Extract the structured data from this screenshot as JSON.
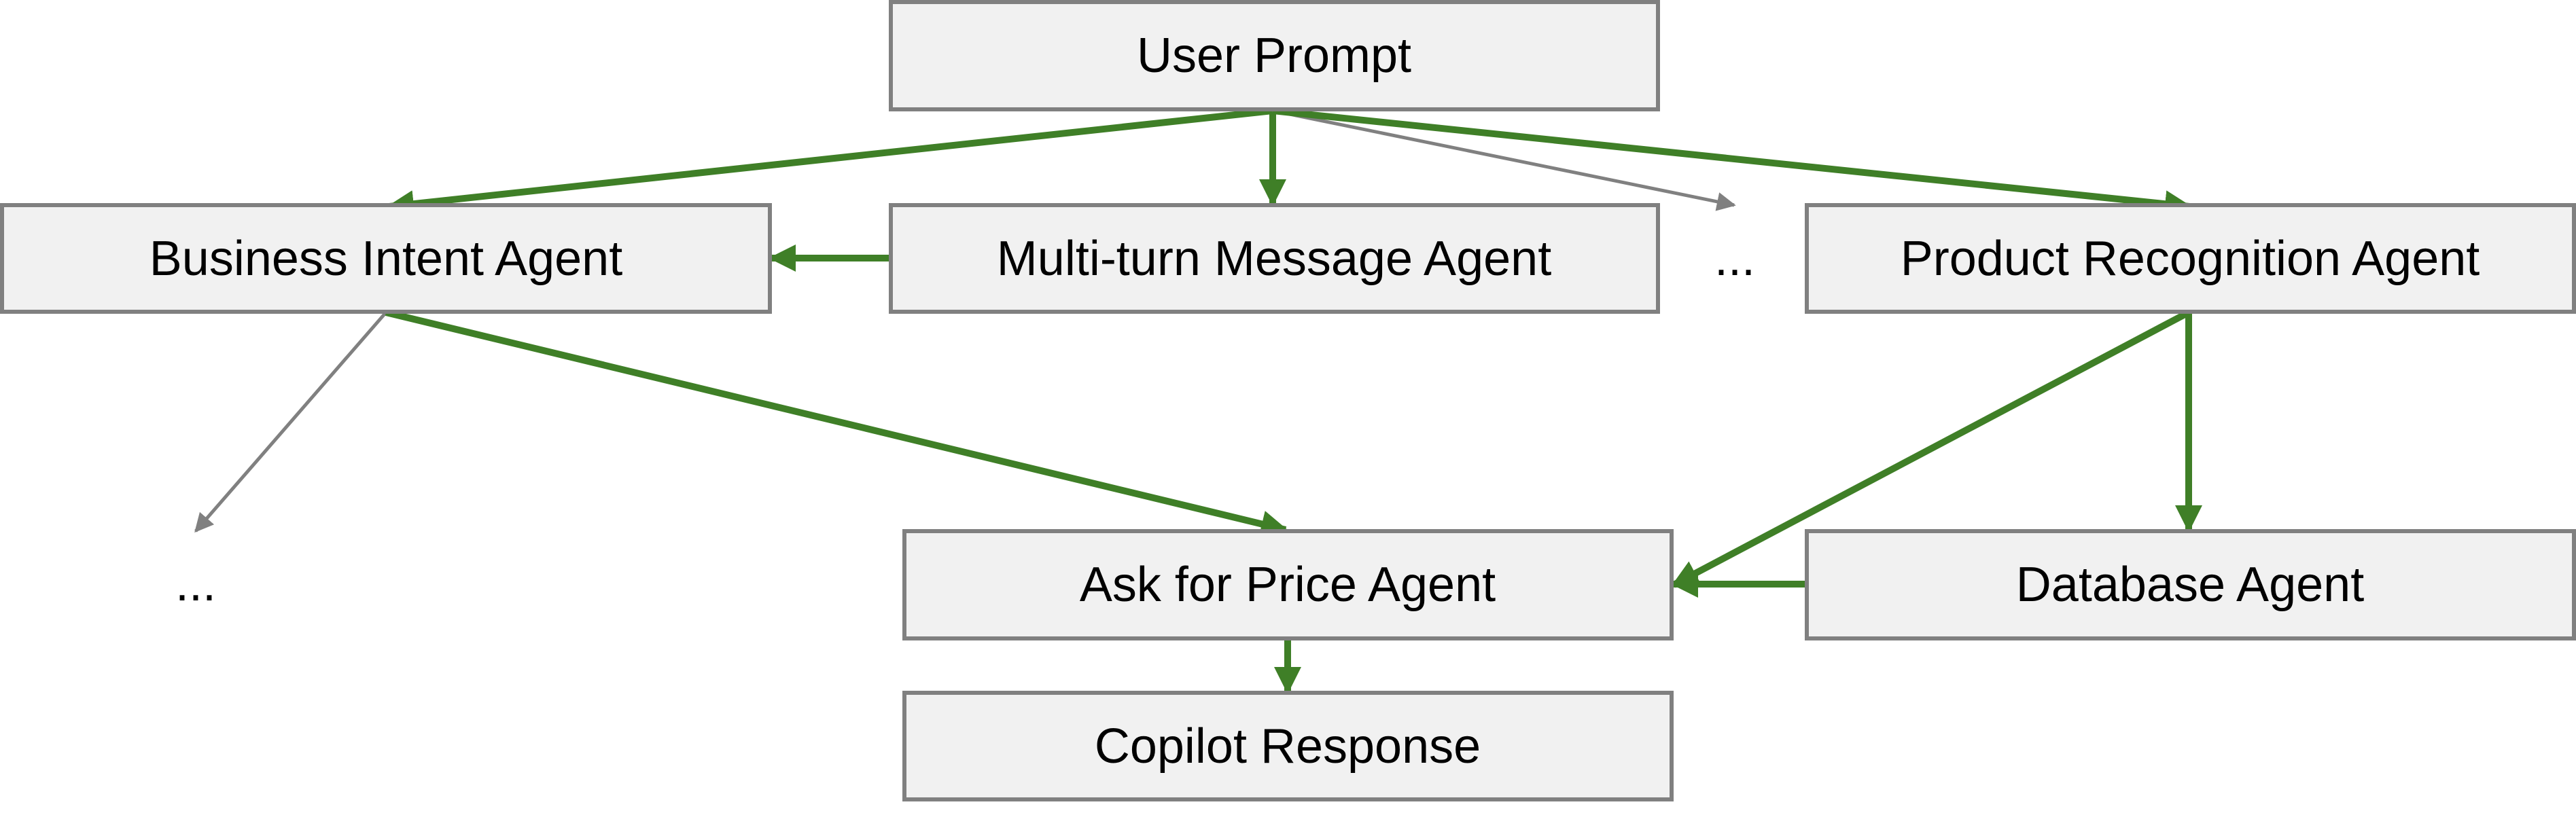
{
  "diagram": {
    "colors": {
      "main_edge": "#3f7f27",
      "aux_edge": "#808080",
      "box_fill": "#f1f1f1",
      "box_border": "#808080"
    },
    "nodes": {
      "user_prompt": "User Prompt",
      "business_intent": "Business Intent Agent",
      "multi_turn": "Multi-turn Message Agent",
      "product_recognition": "Product Recognition Agent",
      "ask_price": "Ask for Price Agent",
      "database": "Database Agent",
      "copilot_response": "Copilot Response"
    },
    "ellipsis_top": "...",
    "ellipsis_left": "...",
    "edges": [
      {
        "from": "user_prompt",
        "to": "business_intent",
        "style": "main"
      },
      {
        "from": "user_prompt",
        "to": "multi_turn",
        "style": "main"
      },
      {
        "from": "user_prompt",
        "to": "ellipsis_top",
        "style": "aux"
      },
      {
        "from": "user_prompt",
        "to": "product_recognition",
        "style": "main"
      },
      {
        "from": "multi_turn",
        "to": "business_intent",
        "style": "main"
      },
      {
        "from": "business_intent",
        "to": "ellipsis_left",
        "style": "aux"
      },
      {
        "from": "business_intent",
        "to": "ask_price",
        "style": "main"
      },
      {
        "from": "product_recognition",
        "to": "ask_price",
        "style": "main"
      },
      {
        "from": "product_recognition",
        "to": "database",
        "style": "main"
      },
      {
        "from": "database",
        "to": "ask_price",
        "style": "main"
      },
      {
        "from": "ask_price",
        "to": "copilot_response",
        "style": "main"
      }
    ]
  }
}
